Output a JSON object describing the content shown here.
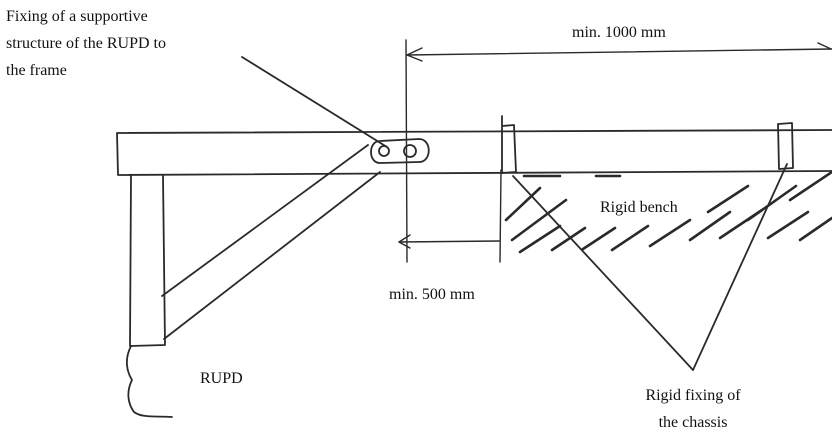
{
  "labels": {
    "fixing_line1": "Fixing of a supportive",
    "fixing_line2": "structure of the RUPD to",
    "fixing_line3": "the frame",
    "min_1000": "min. 1000 mm",
    "min_500": "min. 500 mm",
    "rigid_bench": "Rigid bench",
    "rupd": "RUPD",
    "rigid_fixing_line1": "Rigid fixing of",
    "rigid_fixing_line2": "the chassis"
  },
  "colors": {
    "ink": "#2a2a2a",
    "text": "#111111",
    "background": "#ffffff"
  }
}
